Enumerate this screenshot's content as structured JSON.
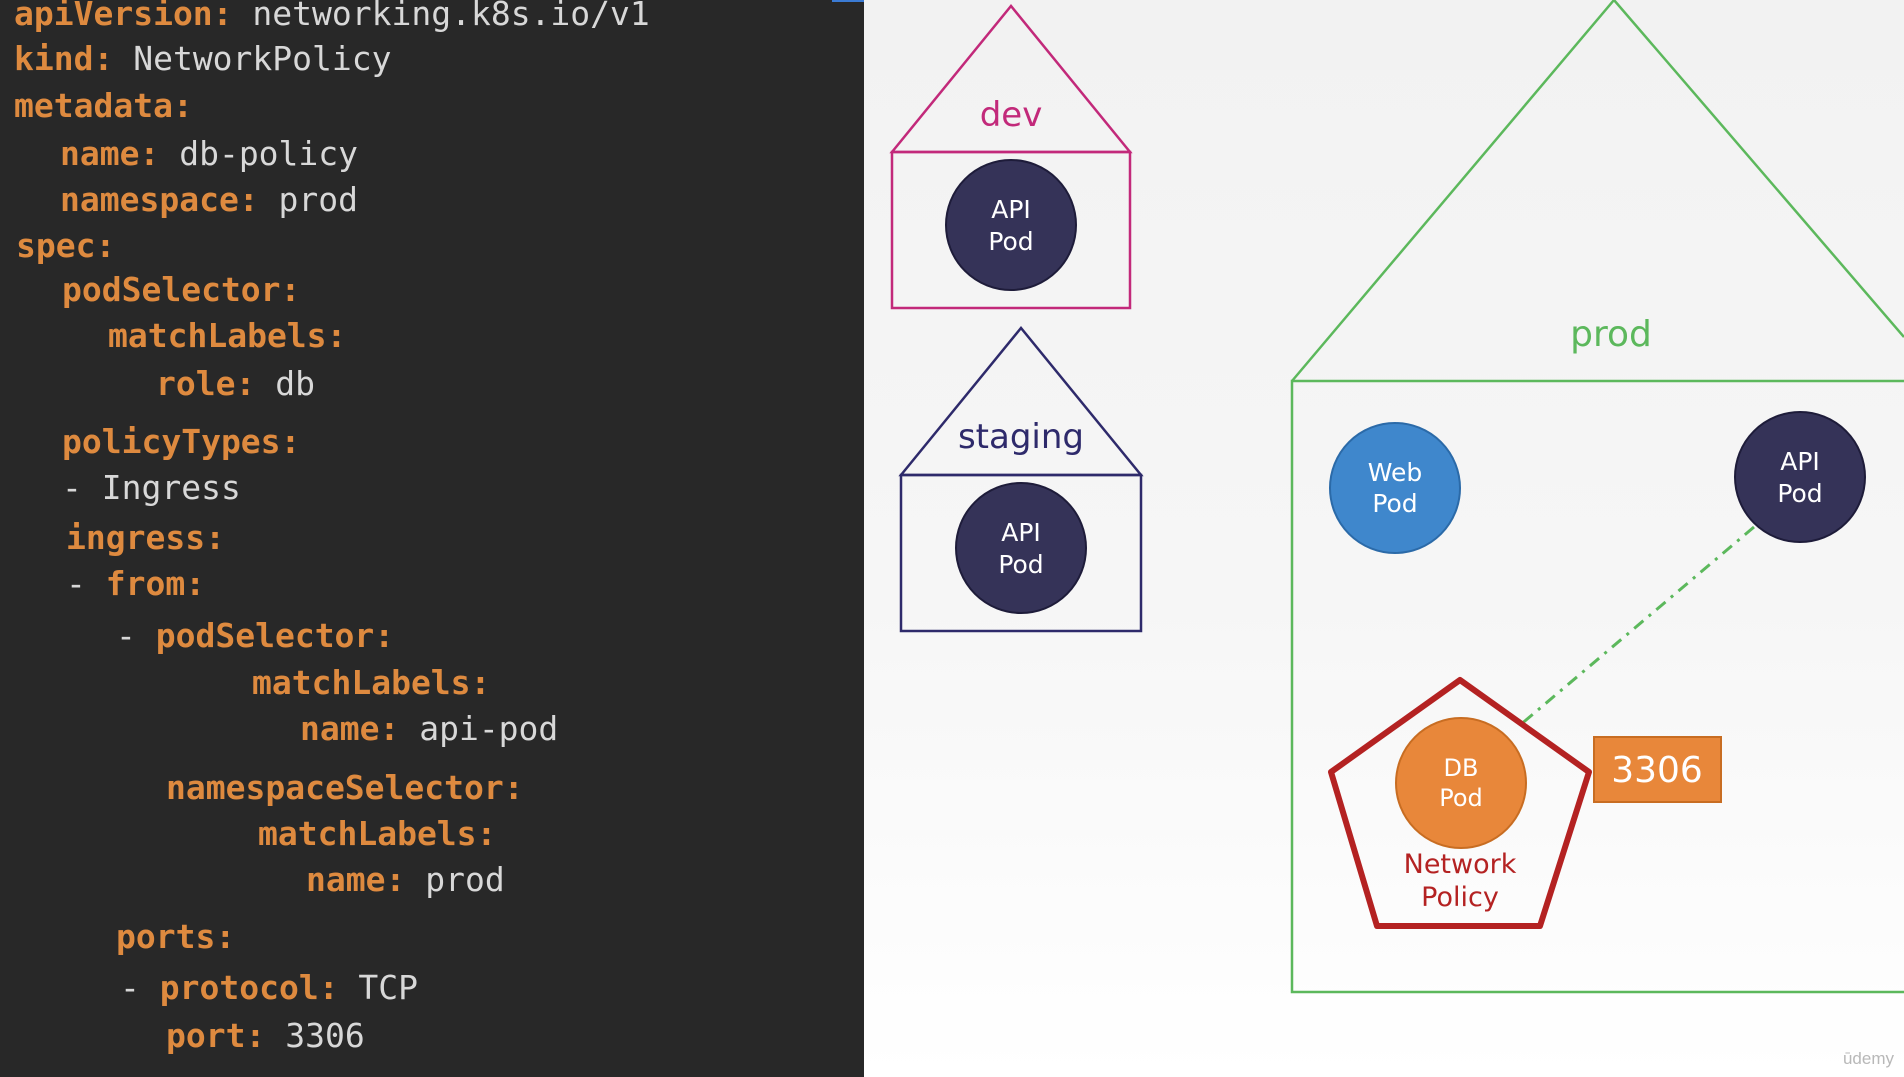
{
  "code": {
    "lines": [
      {
        "dash": "",
        "key": "apiVersion",
        "value": "networking.k8s.io/v1"
      },
      {
        "dash": "",
        "key": "kind",
        "value": "NetworkPolicy"
      },
      {
        "dash": "",
        "key": "metadata",
        "value": ""
      },
      {
        "dash": "",
        "key": "name",
        "value": "db-policy"
      },
      {
        "dash": "",
        "key": "namespace",
        "value": "prod"
      },
      {
        "dash": "",
        "key": "spec",
        "value": ""
      },
      {
        "dash": "",
        "key": "podSelector",
        "value": ""
      },
      {
        "dash": "",
        "key": "matchLabels",
        "value": ""
      },
      {
        "dash": "",
        "key": "role",
        "value": "db"
      },
      {
        "dash": "",
        "key": "policyTypes",
        "value": ""
      },
      {
        "dash": "-",
        "key": "",
        "value": "Ingress"
      },
      {
        "dash": "",
        "key": "ingress",
        "value": ""
      },
      {
        "dash": "-",
        "key": "from",
        "value": ""
      },
      {
        "dash": "-",
        "key": "podSelector",
        "value": ""
      },
      {
        "dash": "",
        "key": "matchLabels",
        "value": ""
      },
      {
        "dash": "",
        "key": "name",
        "value": "api-pod"
      },
      {
        "dash": "",
        "key": "namespaceSelector",
        "value": ""
      },
      {
        "dash": "",
        "key": "matchLabels",
        "value": ""
      },
      {
        "dash": "",
        "key": "name",
        "value": "prod"
      },
      {
        "dash": "",
        "key": "ports",
        "value": ""
      },
      {
        "dash": "-",
        "key": "protocol",
        "value": "TCP"
      },
      {
        "dash": "",
        "key": "port",
        "value": "3306"
      }
    ]
  },
  "diagram": {
    "namespaces": {
      "dev": {
        "label": "dev",
        "color": "#c2297a"
      },
      "staging": {
        "label": "staging",
        "color": "#2e2a6b"
      },
      "prod": {
        "label": "prod",
        "color": "#5cb85c"
      }
    },
    "pods": {
      "dev_api": {
        "line1": "API",
        "line2": "Pod",
        "color": "#353358"
      },
      "staging_api": {
        "line1": "API",
        "line2": "Pod",
        "color": "#353358"
      },
      "prod_web": {
        "line1": "Web",
        "line2": "Pod",
        "color": "#3f87cc"
      },
      "prod_api": {
        "line1": "API",
        "line2": "Pod",
        "color": "#353358"
      },
      "prod_db": {
        "line1": "DB",
        "line2": "Pod",
        "color": "#e8873a"
      }
    },
    "network_policy": {
      "line1": "Network",
      "line2": "Policy",
      "color": "#b42222"
    },
    "port_badge": {
      "label": "3306",
      "color": "#e8873a"
    }
  },
  "watermark": "ūdemy"
}
